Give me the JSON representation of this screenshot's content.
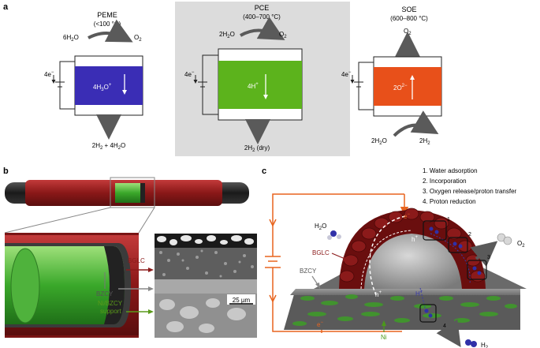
{
  "panel_a": {
    "label": "a",
    "peme": {
      "title": "PEME",
      "temp": "(<100 °C)",
      "input": "6H",
      "input_sub": "2",
      "input_tail": "O",
      "output": "O",
      "output_sub": "2",
      "ion": "4H",
      "ion_sub": "3",
      "ion_tail": "O",
      "ion_sup": "+",
      "electrons": "4e",
      "electrons_sup": "−",
      "product": "2H",
      "product_sub": "2",
      "product_mid": " + 4H",
      "product_sub2": "2",
      "product_tail": "O"
    },
    "pce": {
      "title": "PCE",
      "temp": "(400–700 °C)",
      "input": "2H",
      "input_sub": "2",
      "input_tail": "O",
      "output": "O",
      "output_sub": "2",
      "ion": "4H",
      "ion_sup": "+",
      "electrons": "4e",
      "electrons_sup": "−",
      "product": "2H",
      "product_sub": "2",
      "product_tail": " (dry)"
    },
    "soe": {
      "title": "SOE",
      "temp": "(600–800 °C)",
      "output": "O",
      "output_sub": "2",
      "ion": "2O",
      "ion_sup": "2−",
      "electrons": "4e",
      "electrons_sup": "−",
      "input": "2H",
      "input_sub": "2",
      "input_tail": "O",
      "product": "2H",
      "product_sub": "2"
    }
  },
  "panel_b": {
    "label": "b",
    "labels": {
      "bglc": "BGLC",
      "bzcy": "BZCY",
      "support_1": "Ni/BZCY",
      "support_2": "support"
    },
    "scale_bar": "25 µm"
  },
  "panel_c": {
    "label": "c",
    "steps": [
      "1. Water adsorption",
      "2. Incorporation",
      "3. Oxygen release/proton transfer",
      "4. Proton reduction"
    ],
    "markers": [
      "1",
      "2",
      "3",
      "4"
    ],
    "labels": {
      "h2o": "H",
      "h2o_sub": "2",
      "h2o_tail": "O",
      "o2": "O",
      "o2_sub": "2",
      "h2": "H",
      "h2_sub": "2",
      "bglc": "BGLC",
      "bzcy": "BZCY",
      "ni": "Ni",
      "electron": "e",
      "electron_sup": "−",
      "hole": "h",
      "hole_sup": "+",
      "proton": "H",
      "proton_sup": "+"
    }
  },
  "colors": {
    "peme": "#3a2db5",
    "pce": "#5cb31c",
    "soe": "#e8501a",
    "arrow": "#5a5a5a",
    "circuit": "#e8641e",
    "bglc": "#8b1a1a",
    "panel_bg": "#dcdcdc"
  }
}
